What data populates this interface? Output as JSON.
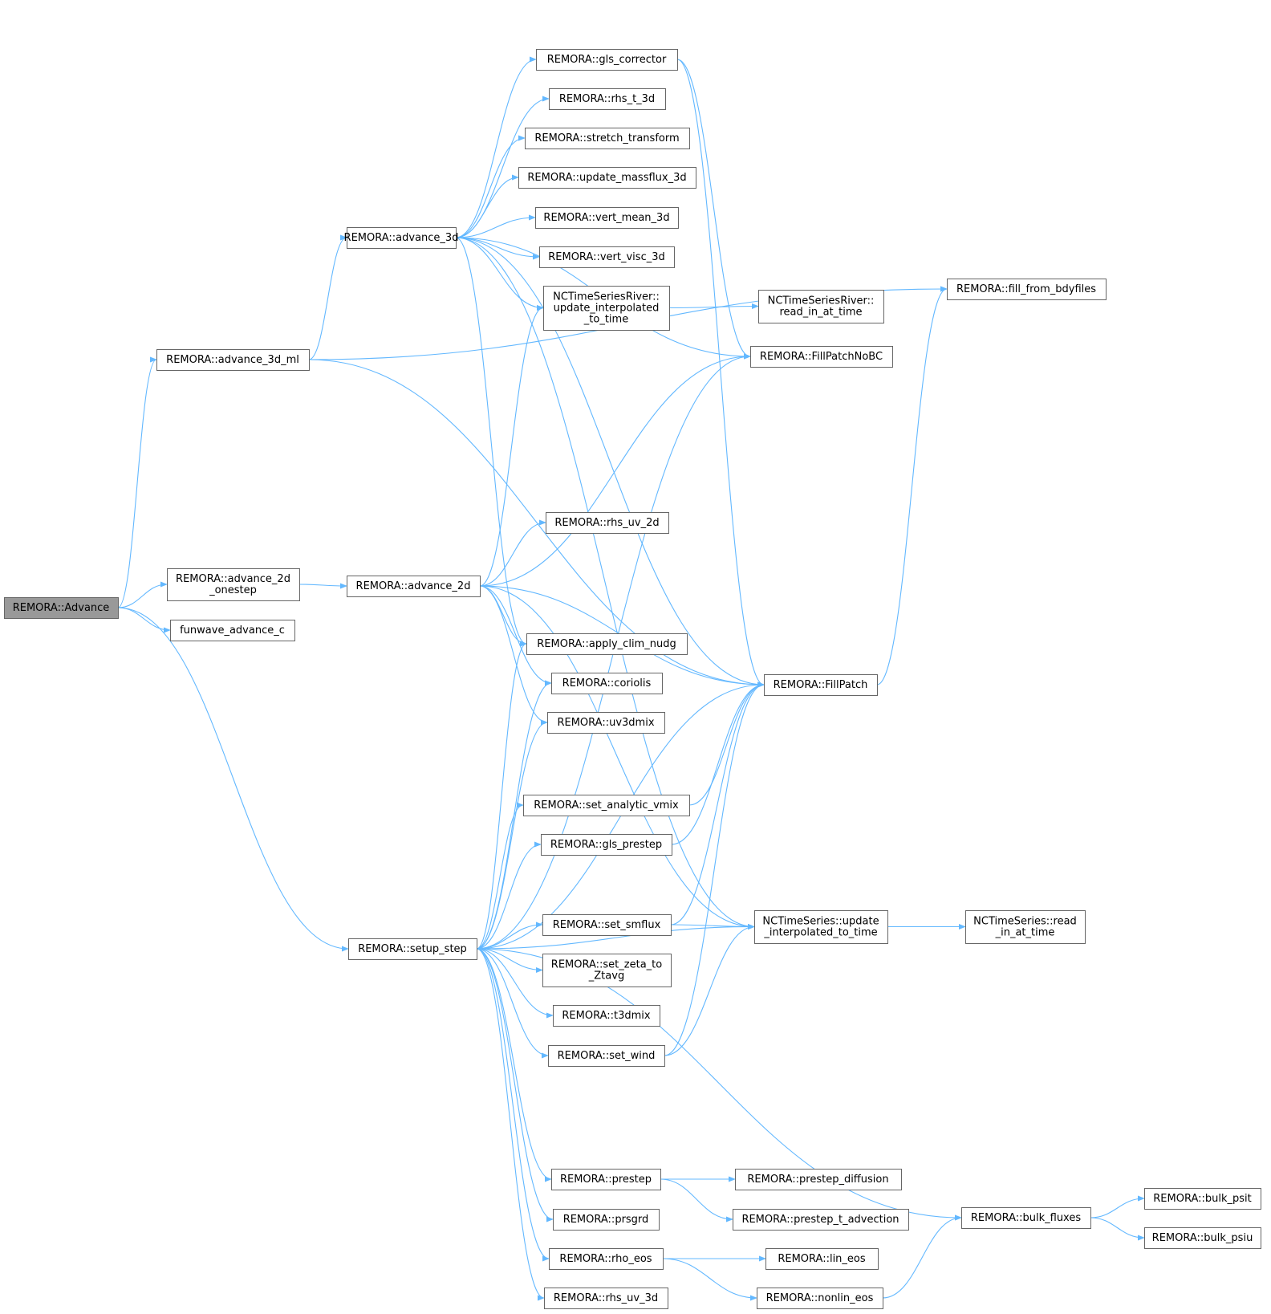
{
  "colors": {
    "edge": "#63b8ff",
    "node_border": "#666666",
    "root_fill": "#999999",
    "node_fill": "#ffffff"
  },
  "nodes": [
    {
      "id": "advance",
      "lines": [
        "REMORA::Advance"
      ],
      "root": true
    },
    {
      "id": "advance_3d_ml",
      "lines": [
        "REMORA::advance_3d_ml"
      ]
    },
    {
      "id": "advance_2d_onestep",
      "lines": [
        "REMORA::advance_2d",
        "_onestep"
      ]
    },
    {
      "id": "funwave",
      "lines": [
        "funwave_advance_c"
      ]
    },
    {
      "id": "setup_step",
      "lines": [
        "REMORA::setup_step"
      ]
    },
    {
      "id": "advance_3d",
      "lines": [
        "REMORA::advance_3d"
      ]
    },
    {
      "id": "advance_2d",
      "lines": [
        "REMORA::advance_2d"
      ]
    },
    {
      "id": "gls_corrector",
      "lines": [
        "REMORA::gls_corrector"
      ]
    },
    {
      "id": "rhs_t_3d",
      "lines": [
        "REMORA::rhs_t_3d"
      ]
    },
    {
      "id": "stretch_transform",
      "lines": [
        "REMORA::stretch_transform"
      ]
    },
    {
      "id": "update_massflux_3d",
      "lines": [
        "REMORA::update_massflux_3d"
      ]
    },
    {
      "id": "vert_mean_3d",
      "lines": [
        "REMORA::vert_mean_3d"
      ]
    },
    {
      "id": "vert_visc_3d",
      "lines": [
        "REMORA::vert_visc_3d"
      ]
    },
    {
      "id": "ncriver_update",
      "lines": [
        "NCTimeSeriesRiver::",
        "update_interpolated",
        "_to_time"
      ]
    },
    {
      "id": "rhs_uv_2d",
      "lines": [
        "REMORA::rhs_uv_2d"
      ]
    },
    {
      "id": "apply_clim_nudg",
      "lines": [
        "REMORA::apply_clim_nudg"
      ]
    },
    {
      "id": "coriolis",
      "lines": [
        "REMORA::coriolis"
      ]
    },
    {
      "id": "uv3dmix",
      "lines": [
        "REMORA::uv3dmix"
      ]
    },
    {
      "id": "set_analytic_vmix",
      "lines": [
        "REMORA::set_analytic_vmix"
      ]
    },
    {
      "id": "gls_prestep",
      "lines": [
        "REMORA::gls_prestep"
      ]
    },
    {
      "id": "set_smflux",
      "lines": [
        "REMORA::set_smflux"
      ]
    },
    {
      "id": "set_zeta_to_ztavg",
      "lines": [
        "REMORA::set_zeta_to",
        "_Ztavg"
      ]
    },
    {
      "id": "t3dmix",
      "lines": [
        "REMORA::t3dmix"
      ]
    },
    {
      "id": "set_wind",
      "lines": [
        "REMORA::set_wind"
      ]
    },
    {
      "id": "prestep",
      "lines": [
        "REMORA::prestep"
      ]
    },
    {
      "id": "prsgrd",
      "lines": [
        "REMORA::prsgrd"
      ]
    },
    {
      "id": "rho_eos",
      "lines": [
        "REMORA::rho_eos"
      ]
    },
    {
      "id": "rhs_uv_3d",
      "lines": [
        "REMORA::rhs_uv_3d"
      ]
    },
    {
      "id": "ncriver_read",
      "lines": [
        "NCTimeSeriesRiver::",
        "read_in_at_time"
      ]
    },
    {
      "id": "fillpatchnobc",
      "lines": [
        "REMORA::FillPatchNoBC"
      ]
    },
    {
      "id": "fillpatch",
      "lines": [
        "REMORA::FillPatch"
      ]
    },
    {
      "id": "nc_update",
      "lines": [
        "NCTimeSeries::update",
        "_interpolated_to_time"
      ]
    },
    {
      "id": "prestep_diffusion",
      "lines": [
        "REMORA::prestep_diffusion"
      ]
    },
    {
      "id": "prestep_t_advection",
      "lines": [
        "REMORA::prestep_t_advection"
      ]
    },
    {
      "id": "lin_eos",
      "lines": [
        "REMORA::lin_eos"
      ]
    },
    {
      "id": "nonlin_eos",
      "lines": [
        "REMORA::nonlin_eos"
      ]
    },
    {
      "id": "fill_from_bdyfiles",
      "lines": [
        "REMORA::fill_from_bdyfiles"
      ]
    },
    {
      "id": "nc_read",
      "lines": [
        "NCTimeSeries::read",
        "_in_at_time"
      ]
    },
    {
      "id": "bulk_fluxes",
      "lines": [
        "REMORA::bulk_fluxes"
      ]
    },
    {
      "id": "bulk_psit",
      "lines": [
        "REMORA::bulk_psit"
      ]
    },
    {
      "id": "bulk_psiu",
      "lines": [
        "REMORA::bulk_psiu"
      ]
    }
  ],
  "edges": [
    [
      "advance",
      "advance_3d_ml"
    ],
    [
      "advance",
      "advance_2d_onestep"
    ],
    [
      "advance",
      "funwave"
    ],
    [
      "advance",
      "setup_step"
    ],
    [
      "advance_3d_ml",
      "advance_3d"
    ],
    [
      "advance_3d_ml",
      "fill_from_bdyfiles"
    ],
    [
      "advance_3d_ml",
      "fillpatch"
    ],
    [
      "advance_2d_onestep",
      "advance_2d"
    ],
    [
      "advance_3d",
      "gls_corrector"
    ],
    [
      "advance_3d",
      "rhs_t_3d"
    ],
    [
      "advance_3d",
      "stretch_transform"
    ],
    [
      "advance_3d",
      "update_massflux_3d"
    ],
    [
      "advance_3d",
      "vert_mean_3d"
    ],
    [
      "advance_3d",
      "vert_visc_3d"
    ],
    [
      "advance_3d",
      "ncriver_update"
    ],
    [
      "advance_3d",
      "apply_clim_nudg"
    ],
    [
      "advance_3d",
      "fillpatch"
    ],
    [
      "advance_3d",
      "fillpatchnobc"
    ],
    [
      "advance_3d",
      "nc_update"
    ],
    [
      "gls_corrector",
      "fillpatch"
    ],
    [
      "gls_corrector",
      "fillpatchnobc"
    ],
    [
      "ncriver_update",
      "ncriver_read"
    ],
    [
      "advance_2d",
      "ncriver_update"
    ],
    [
      "advance_2d",
      "fillpatchnobc"
    ],
    [
      "advance_2d",
      "rhs_uv_2d"
    ],
    [
      "advance_2d",
      "fillpatch"
    ],
    [
      "advance_2d",
      "nc_update"
    ],
    [
      "advance_2d",
      "apply_clim_nudg"
    ],
    [
      "advance_2d",
      "coriolis"
    ],
    [
      "advance_2d",
      "uv3dmix"
    ],
    [
      "setup_step",
      "apply_clim_nudg"
    ],
    [
      "setup_step",
      "coriolis"
    ],
    [
      "setup_step",
      "uv3dmix"
    ],
    [
      "setup_step",
      "fillpatchnobc"
    ],
    [
      "setup_step",
      "set_analytic_vmix"
    ],
    [
      "setup_step",
      "gls_prestep"
    ],
    [
      "setup_step",
      "fillpatch"
    ],
    [
      "setup_step",
      "set_smflux"
    ],
    [
      "setup_step",
      "set_zeta_to_ztavg"
    ],
    [
      "setup_step",
      "t3dmix"
    ],
    [
      "setup_step",
      "set_wind"
    ],
    [
      "setup_step",
      "nc_update"
    ],
    [
      "setup_step",
      "bulk_fluxes"
    ],
    [
      "setup_step",
      "prestep"
    ],
    [
      "setup_step",
      "prsgrd"
    ],
    [
      "setup_step",
      "rho_eos"
    ],
    [
      "setup_step",
      "rhs_uv_3d"
    ],
    [
      "set_analytic_vmix",
      "fillpatch"
    ],
    [
      "gls_prestep",
      "fillpatch"
    ],
    [
      "set_smflux",
      "fillpatch"
    ],
    [
      "set_smflux",
      "nc_update"
    ],
    [
      "set_wind",
      "fillpatch"
    ],
    [
      "set_wind",
      "nc_update"
    ],
    [
      "fillpatch",
      "fill_from_bdyfiles"
    ],
    [
      "nc_update",
      "nc_read"
    ],
    [
      "prestep",
      "prestep_diffusion"
    ],
    [
      "prestep",
      "prestep_t_advection"
    ],
    [
      "rho_eos",
      "lin_eos"
    ],
    [
      "rho_eos",
      "nonlin_eos"
    ],
    [
      "nonlin_eos",
      "bulk_fluxes"
    ],
    [
      "bulk_fluxes",
      "bulk_psit"
    ],
    [
      "bulk_fluxes",
      "bulk_psiu"
    ]
  ]
}
